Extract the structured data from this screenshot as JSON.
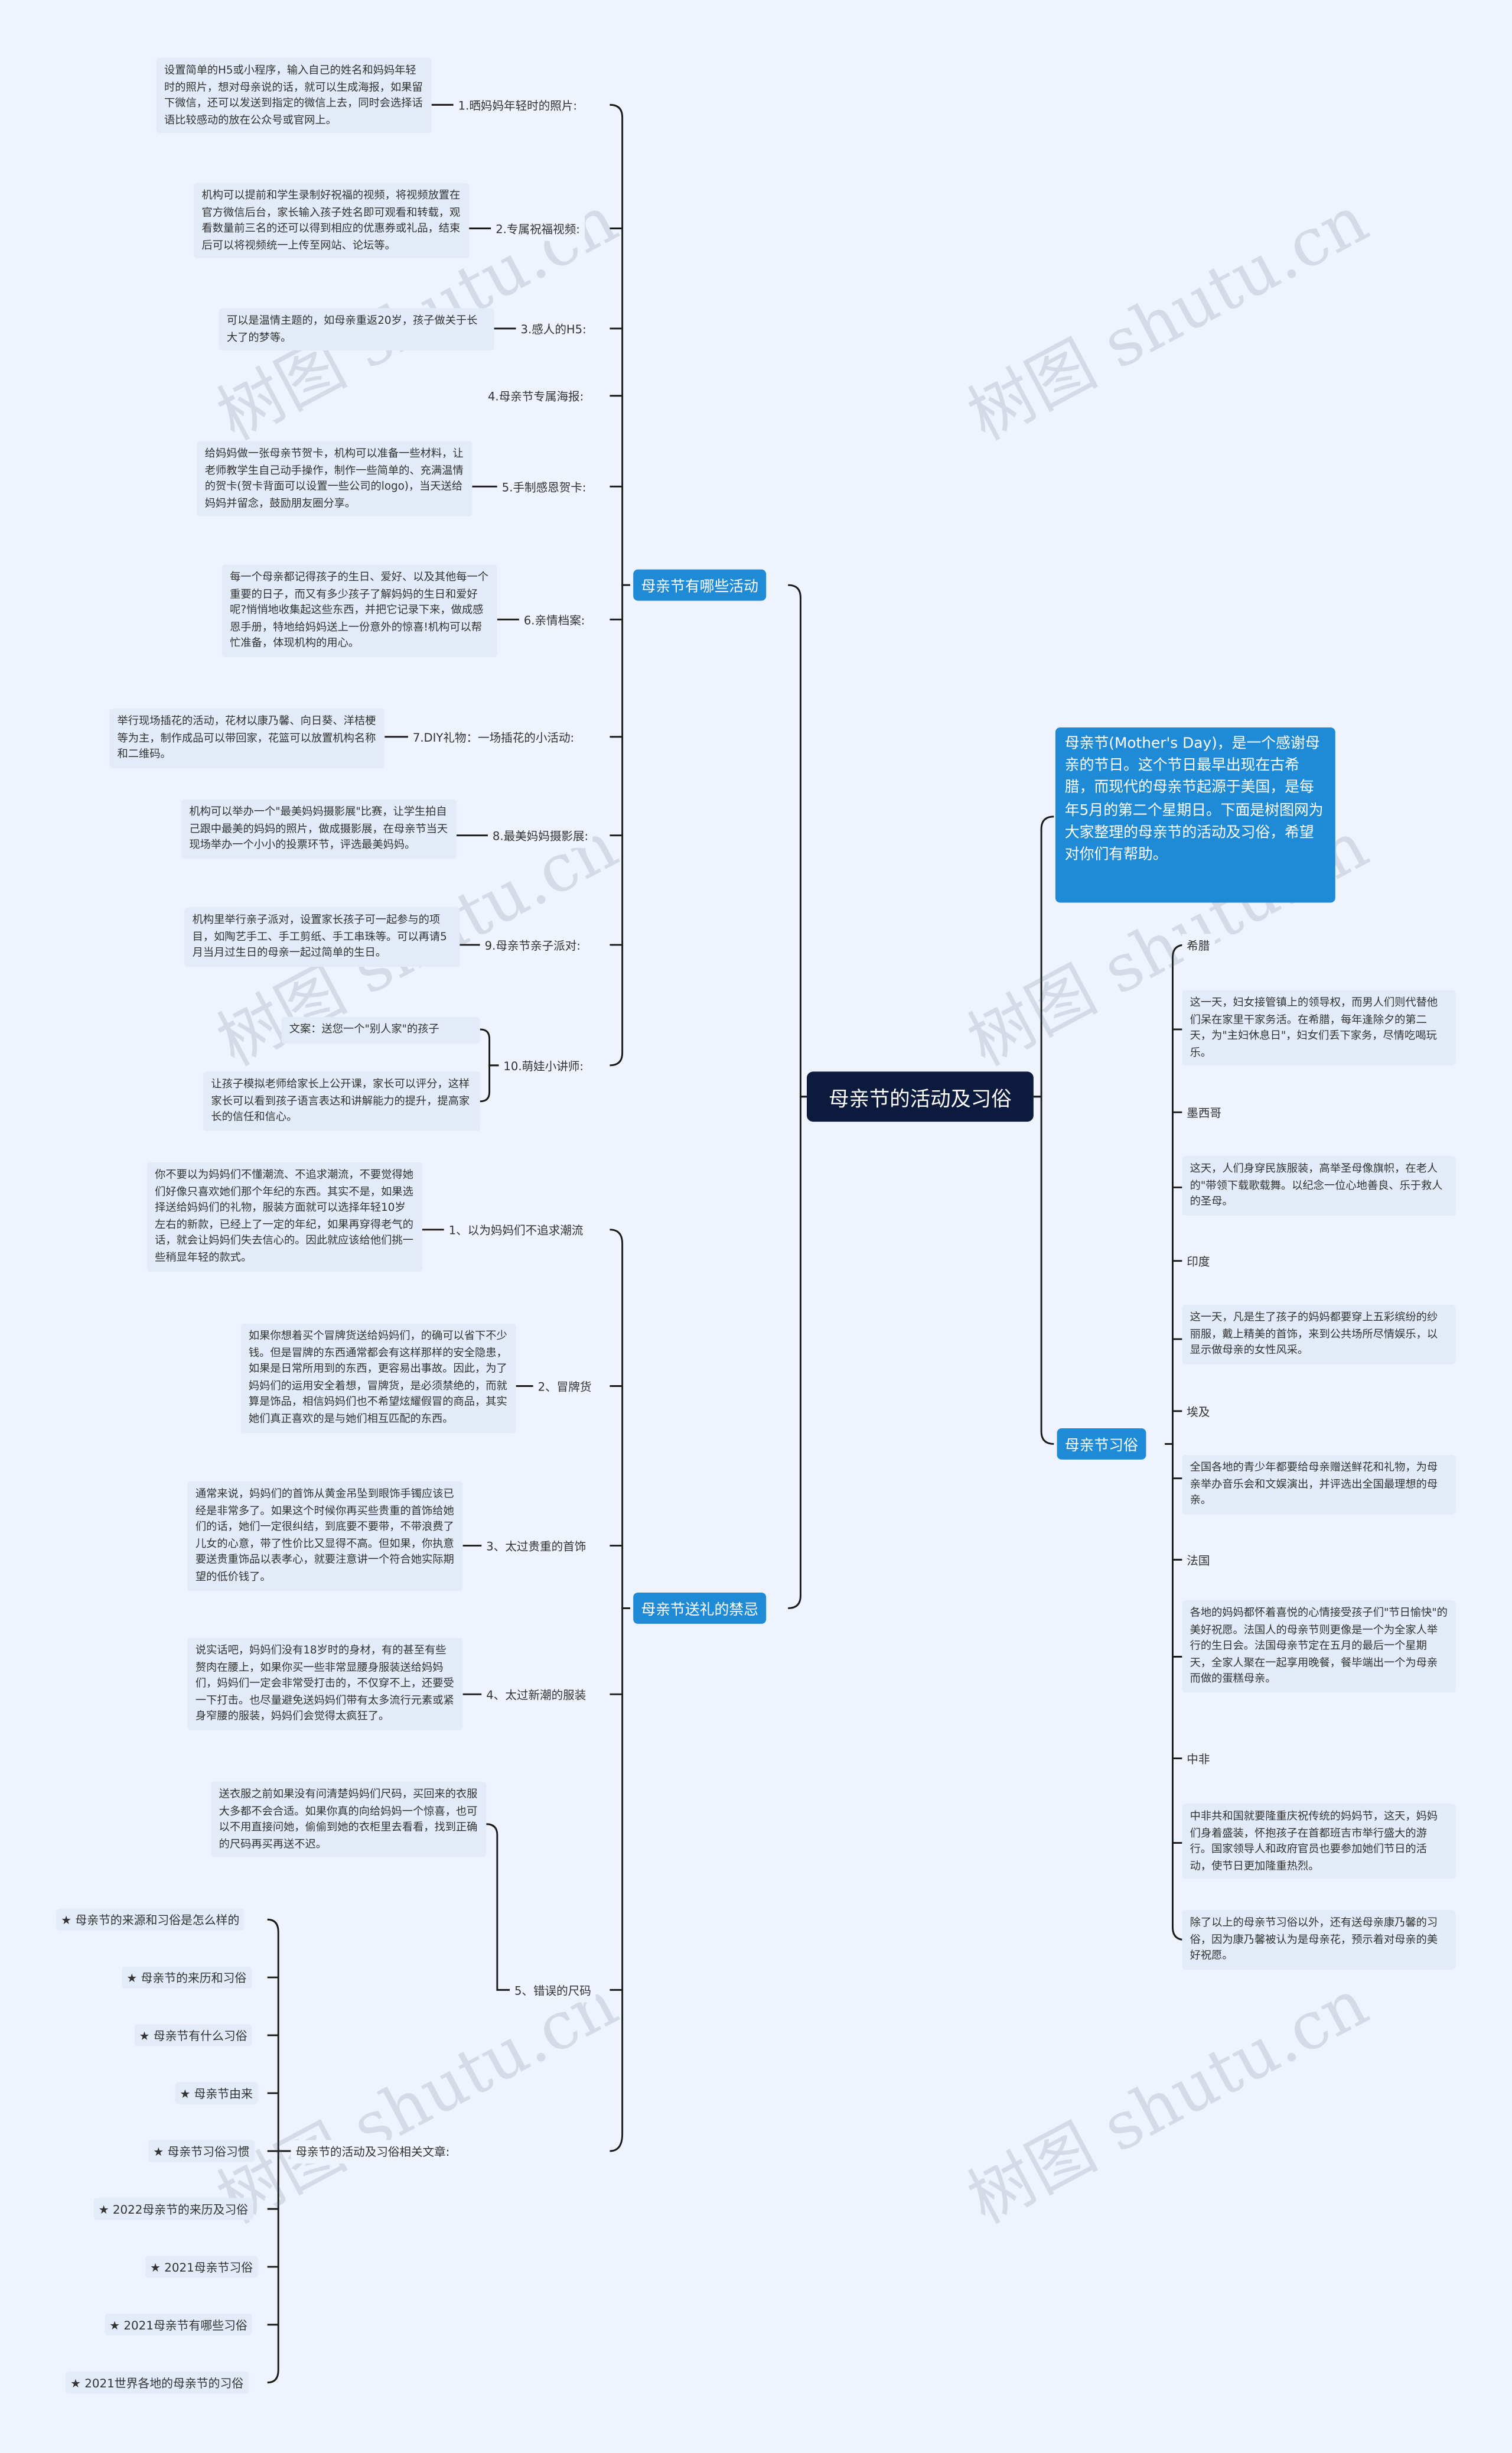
{
  "center": "母亲节的活动及习俗",
  "intro": "母亲节(Mother's Day)，是一个感谢母亲的节日。这个节日最早出现在古希腊，而现代的母亲节起源于美国，是每年5月的第二个星期日。下面是树图网为大家整理的母亲节的活动及习俗，希望对你们有帮助。",
  "branches": {
    "activities": "母亲节有哪些活动",
    "taboos": "母亲节送礼的禁忌",
    "customs": "母亲节习俗"
  },
  "activities": [
    {
      "label": "1.晒妈妈年轻时的照片:",
      "note": "设置简单的H5或小程序，输入自己的姓名和妈妈年轻时的照片，想对母亲说的话，就可以生成海报，如果留下微信，还可以发送到指定的微信上去，同时会选择话语比较感动的放在公众号或官网上。"
    },
    {
      "label": "2.专属祝福视频:",
      "note": "机构可以提前和学生录制好祝福的视频，将视频放置在官方微信后台，家长输入孩子姓名即可观看和转载，观看数量前三名的还可以得到相应的优惠券或礼品，结束后可以将视频统一上传至网站、论坛等。"
    },
    {
      "label": "3.感人的H5:",
      "note": "可以是温情主题的，如母亲重返20岁，孩子做关于长大了的梦等。"
    },
    {
      "label": "4.母亲节专属海报:",
      "note": ""
    },
    {
      "label": "5.手制感恩贺卡:",
      "note": "给妈妈做一张母亲节贺卡，机构可以准备一些材料，让老师教学生自己动手操作，制作一些简单的、充满温情的贺卡(贺卡背面可以设置一些公司的logo)，当天送给妈妈并留念，鼓励朋友圈分享。"
    },
    {
      "label": "6.亲情档案:",
      "note": "每一个母亲都记得孩子的生日、爱好、以及其他每一个重要的日子，而又有多少孩子了解妈妈的生日和爱好呢?悄悄地收集起这些东西，并把它记录下来，做成感恩手册，特地给妈妈送上一份意外的惊喜!机构可以帮忙准备，体现机构的用心。"
    },
    {
      "label": "7.DIY礼物：一场插花的小活动:",
      "note": "举行现场插花的活动，花材以康乃馨、向日葵、洋桔梗等为主，制作成品可以带回家，花篮可以放置机构名称和二维码。"
    },
    {
      "label": "8.最美妈妈摄影展:",
      "note": "机构可以举办一个\"最美妈妈摄影展\"比赛，让学生拍自己跟中最美的妈妈的照片，做成摄影展，在母亲节当天现场举办一个小小的投票环节，评选最美妈妈。"
    },
    {
      "label": "9.母亲节亲子派对:",
      "note": "机构里举行亲子派对，设置家长孩子可一起参与的项目，如陶艺手工、手工剪纸、手工串珠等。可以再请5月当月过生日的母亲一起过简单的生日。"
    },
    {
      "label": "10.萌娃小讲师:",
      "note": "",
      "subs": [
        "文案：送您一个\"别人家\"的孩子",
        "让孩子模拟老师给家长上公开课，家长可以评分，这样家长可以看到孩子语言表达和讲解能力的提升，提高家长的信任和信心。"
      ]
    }
  ],
  "taboos": [
    {
      "label": "1、以为妈妈们不追求潮流",
      "note": "你不要以为妈妈们不懂潮流、不追求潮流，不要觉得她们好像只喜欢她们那个年纪的东西。其实不是，如果选择送给妈妈们的礼物，服装方面就可以选择年轻10岁左右的新款，已经上了一定的年纪，如果再穿得老气的话，就会让妈妈们失去信心的。因此就应该给他们挑一些稍显年轻的款式。"
    },
    {
      "label": "2、冒牌货",
      "note": "如果你想着买个冒牌货送给妈妈们，的确可以省下不少钱。但是冒牌的东西通常都会有这样那样的安全隐患，如果是日常所用到的东西，更容易出事故。因此，为了妈妈们的运用安全着想，冒牌货，是必须禁绝的，而就算是饰品，相信妈妈们也不希望炫耀假冒的商品，其实她们真正喜欢的是与她们相互匹配的东西。"
    },
    {
      "label": "3、太过贵重的首饰",
      "note": "通常来说，妈妈们的首饰从黄金吊坠到眼饰手镯应该已经是非常多了。如果这个时候你再买些贵重的首饰给她们的话，她们一定很纠结，到底要不要带，不带浪费了儿女的心意，带了性价比又显得不高。但如果，你执意要送贵重饰品以表孝心，就要注意讲一个符合她实际期望的低价钱了。"
    },
    {
      "label": "4、太过新潮的服装",
      "note": "说实话吧，妈妈们没有18岁时的身材，有的甚至有些赘肉在腰上，如果你买一些非常显腰身服装送给妈妈们，妈妈们一定会非常受打击的，不仅穿不上，还要受一下打击。也尽量避免送妈妈们带有太多流行元素或紧身窄腰的服装，妈妈们会觉得太疯狂了。"
    },
    {
      "label": "5、错误的尺码",
      "note": "送衣服之前如果没有问清楚妈妈们尺码，买回来的衣服大多都不会合适。如果你真的向给妈妈一个惊喜，也可以不用直接问她，偷偷到她的衣柜里去看看，找到正确的尺码再买再送不迟。"
    }
  ],
  "related": {
    "label": "母亲节的活动及习俗相关文章:",
    "items": [
      "★ 母亲节的来源和习俗是怎么样的",
      "★ 母亲节的来历和习俗",
      "★ 母亲节有什么习俗",
      "★ 母亲节由来",
      "★ 母亲节习俗习惯",
      "★ 2022母亲节的来历及习俗",
      "★ 2021母亲节习俗",
      "★ 2021母亲节有哪些习俗",
      "★ 2021世界各地的母亲节的习俗"
    ]
  },
  "customs": [
    {
      "country": "希腊",
      "note": "这一天，妇女接管镇上的领导权，而男人们则代替他们呆在家里干家务活。在希腊，每年逢除夕的第二天，为\"主妇休息日\"，妇女们丢下家务，尽情吃喝玩乐。"
    },
    {
      "country": "墨西哥",
      "note": "这天，人们身穿民族服装，高举圣母像旗帜，在老人的\"带领下载歌载舞。以纪念一位心地善良、乐于救人的圣母。"
    },
    {
      "country": "印度",
      "note": "这一天，凡是生了孩子的妈妈都要穿上五彩缤纷的纱丽服，戴上精美的首饰，来到公共场所尽情娱乐，以显示做母亲的女性风采。"
    },
    {
      "country": "埃及",
      "note": "全国各地的青少年都要给母亲赠送鲜花和礼物，为母亲举办音乐会和文娱演出，并评选出全国最理想的母亲。"
    },
    {
      "country": "法国",
      "note": "各地的妈妈都怀着喜悦的心情接受孩子们\"节日愉快\"的美好祝愿。法国人的母亲节则更像是一个为全家人举行的生日会。法国母亲节定在五月的最后一个星期天，全家人聚在一起享用晚餐，餐毕端出一个为母亲而做的蛋糕母亲。"
    },
    {
      "country": "中非",
      "note": "中非共和国就要隆重庆祝传统的妈妈节，这天，妈妈们身着盛装，怀抱孩子在首都班吉市举行盛大的游行。国家领导人和政府官员也要参加她们节日的活动，使节日更加隆重热烈。"
    },
    {
      "country": "",
      "note": "除了以上的母亲节习俗以外，还有送母亲康乃馨的习俗，因为康乃馨被认为是母亲花，预示着对母亲的美好祝愿。"
    }
  ],
  "watermark": [
    "树图 shutu.cn",
    "树图 shutu.cn",
    "树图 shutu.cn",
    "树图 shutu.cn",
    "树图 shutu.cn",
    "树图 shutu.cn"
  ],
  "colors": {
    "center": "#0c1a3d",
    "branch": "#1f8bd6",
    "line": "#1a1a1a",
    "background": "#eef3fd",
    "note": "#e3ebf9"
  }
}
